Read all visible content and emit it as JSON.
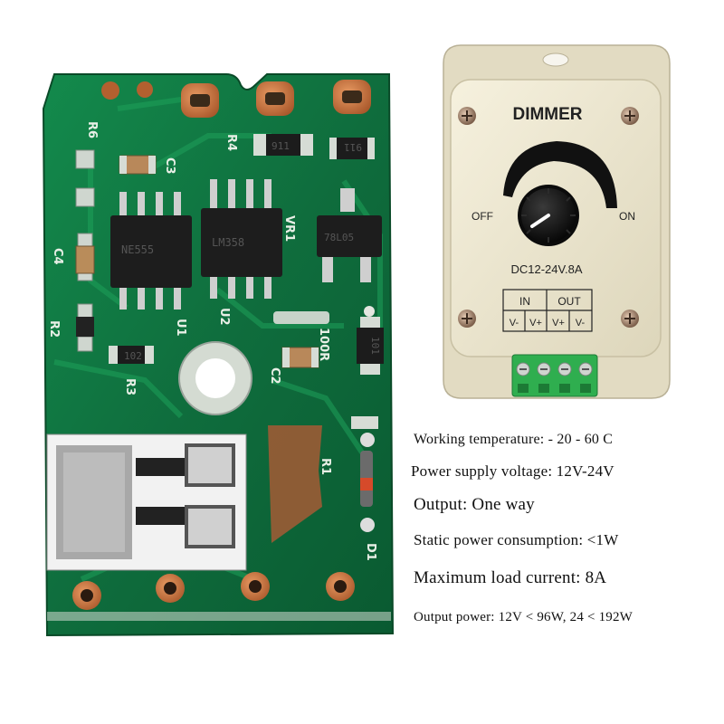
{
  "dimmer": {
    "title": "DIMMER",
    "off_label": "OFF",
    "on_label": "ON",
    "rating": "DC12-24V.8A",
    "terminal_header_in": "IN",
    "terminal_header_out": "OUT",
    "terminal_pins": [
      "V-",
      "V+",
      "V+",
      "V-"
    ]
  },
  "pcb": {
    "silkscreen": [
      "R6",
      "C3",
      "R4",
      "C4",
      "R2",
      "R3",
      "U1",
      "U2",
      "VR1",
      "100R",
      "C2",
      "R1",
      "D1"
    ],
    "chip_markings": [
      "NE555",
      "LM358",
      "78L05",
      "911",
      "911",
      "102",
      "101"
    ]
  },
  "specs": [
    "Working temperature: - 20 - 60 C",
    "Power supply voltage: 12V-24V",
    "Output: One way",
    "Static power consumption: <1W",
    "Maximum load current: 8A",
    "Output power: 12V < 96W, 24 < 192W"
  ],
  "colors": {
    "pcb_green": "#0f6a3c",
    "pad_copper": "#c8733e",
    "case_cream": "#ece6cf",
    "terminal_green": "#2fae4f"
  }
}
